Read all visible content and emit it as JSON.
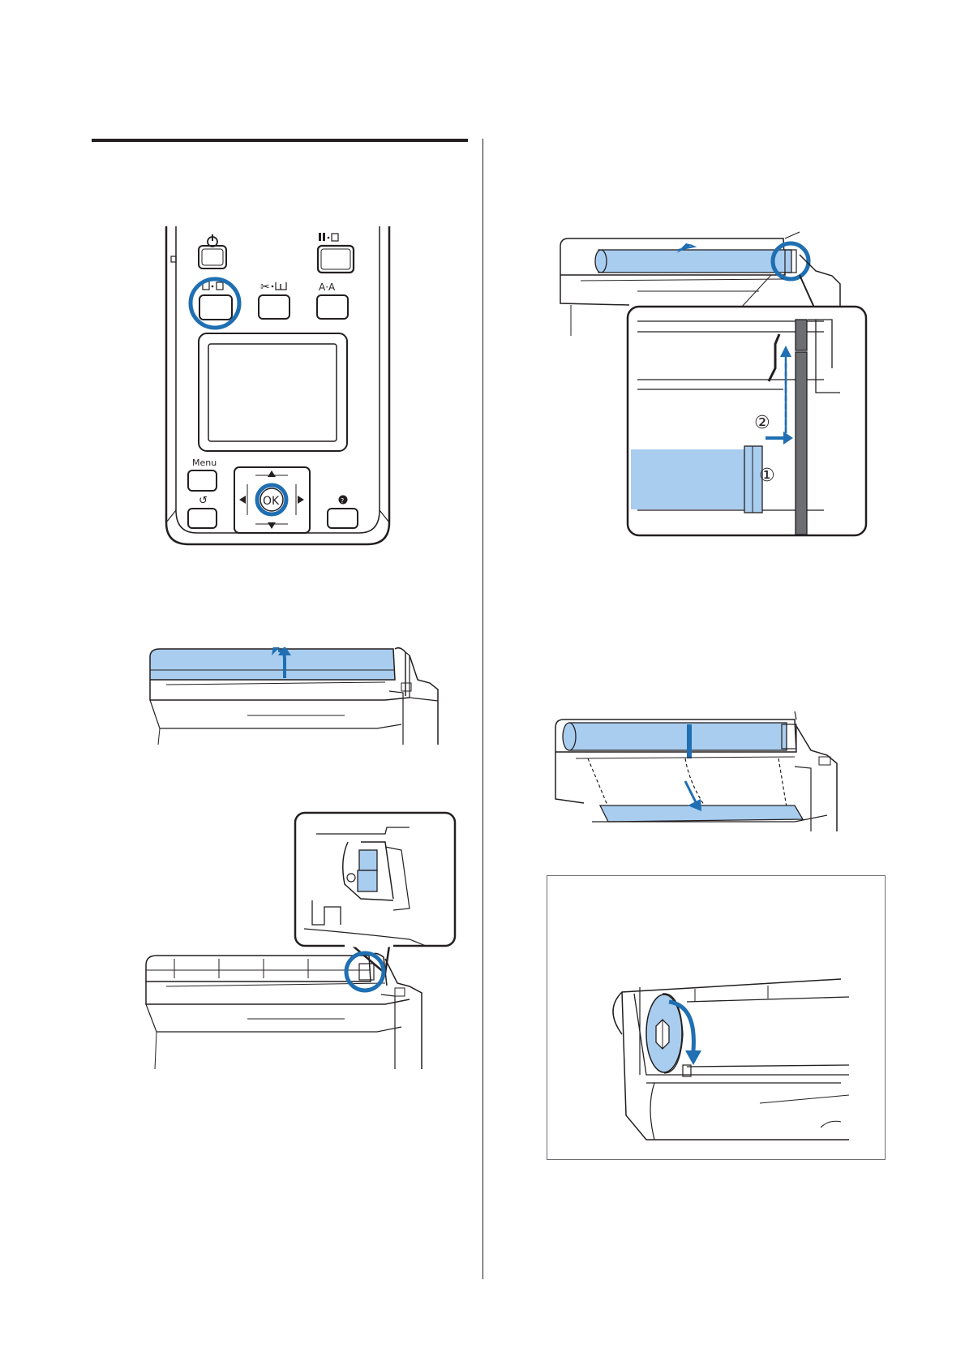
{
  "colors": {
    "ink": "#231f20",
    "highlight_blue": "#1f6fb2",
    "paper_blue": "#a9cdef"
  },
  "control_panel": {
    "menu_label": "Menu",
    "ok_label": "OK",
    "icons": [
      "power-icon",
      "pause-cancel-icon",
      "media-source-icon",
      "cut-feed-icon",
      "maintenance-icon",
      "back-icon",
      "help-icon",
      "arrow-up-icon",
      "arrow-down-icon",
      "arrow-left-icon",
      "arrow-right-icon"
    ]
  },
  "roll_loading_detail": {
    "step_1": "①",
    "step_2": "②"
  }
}
